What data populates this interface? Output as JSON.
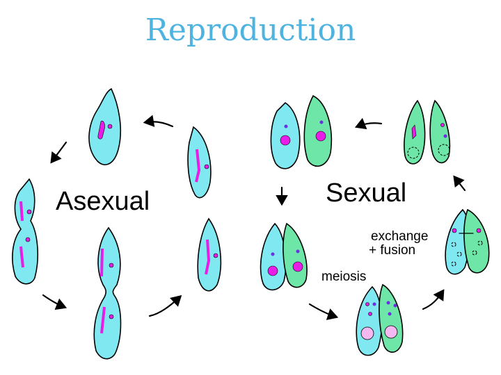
{
  "title": "Reproduction",
  "labels": {
    "asexual": "Asexual",
    "sexual": "Sexual",
    "exchange": "exchange",
    "fusion": "+ fusion",
    "meiosis": "meiosis"
  }
}
